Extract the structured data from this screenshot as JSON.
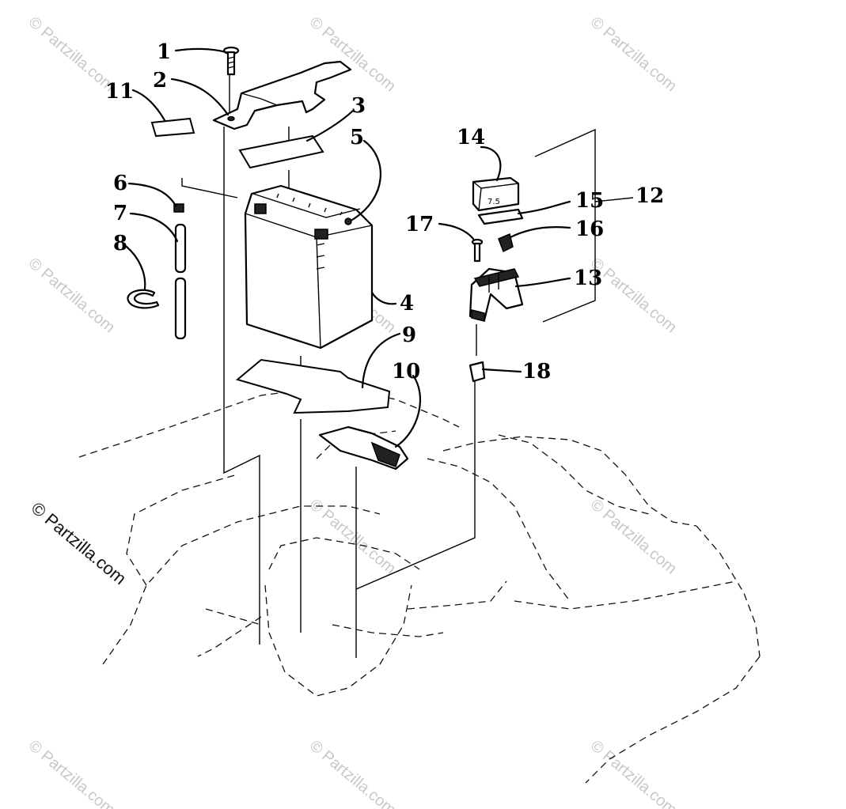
{
  "diagram": {
    "callouts": [
      {
        "id": "1",
        "label": "1"
      },
      {
        "id": "2",
        "label": "2"
      },
      {
        "id": "3",
        "label": "3"
      },
      {
        "id": "4",
        "label": "4"
      },
      {
        "id": "5",
        "label": "5"
      },
      {
        "id": "6",
        "label": "6"
      },
      {
        "id": "7",
        "label": "7"
      },
      {
        "id": "8",
        "label": "8"
      },
      {
        "id": "9",
        "label": "9"
      },
      {
        "id": "10",
        "label": "10"
      },
      {
        "id": "11",
        "label": "11"
      },
      {
        "id": "12",
        "label": "12"
      },
      {
        "id": "13",
        "label": "13"
      },
      {
        "id": "14",
        "label": "14"
      },
      {
        "id": "15",
        "label": "15"
      },
      {
        "id": "16",
        "label": "16"
      },
      {
        "id": "17",
        "label": "17"
      },
      {
        "id": "18",
        "label": "18"
      }
    ],
    "fuse_marking": "7.5",
    "colors": {
      "line": "#000000",
      "watermark": "#c8c8c8",
      "background": "#ffffff"
    }
  },
  "watermark": {
    "text": "© Partzilla.com"
  },
  "credit": {
    "text": "© Partzilla.com"
  }
}
